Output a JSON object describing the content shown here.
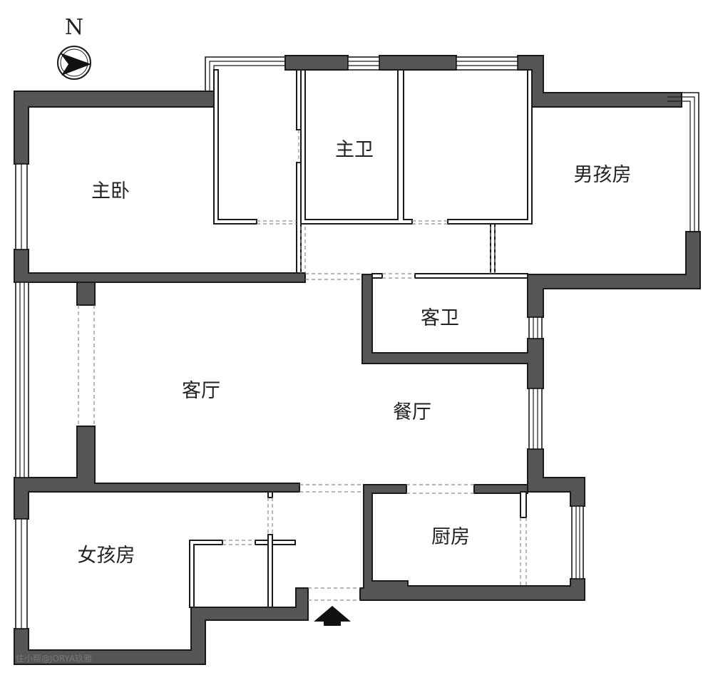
{
  "compass": {
    "label": "N"
  },
  "rooms": [
    {
      "id": "master_bedroom",
      "label": "主卧"
    },
    {
      "id": "master_bath",
      "label": "主卫"
    },
    {
      "id": "boys_room",
      "label": "男孩房"
    },
    {
      "id": "guest_bath",
      "label": "客卫"
    },
    {
      "id": "living_room",
      "label": "客厅"
    },
    {
      "id": "dining_room",
      "label": "餐厅"
    },
    {
      "id": "girls_room",
      "label": "女孩房"
    },
    {
      "id": "kitchen",
      "label": "厨房"
    }
  ],
  "watermark": "住小帮@JORYA玖雅",
  "colors": {
    "wall": "#555555",
    "outline": "#1a1a1a",
    "dash": "#8a8a8a"
  }
}
